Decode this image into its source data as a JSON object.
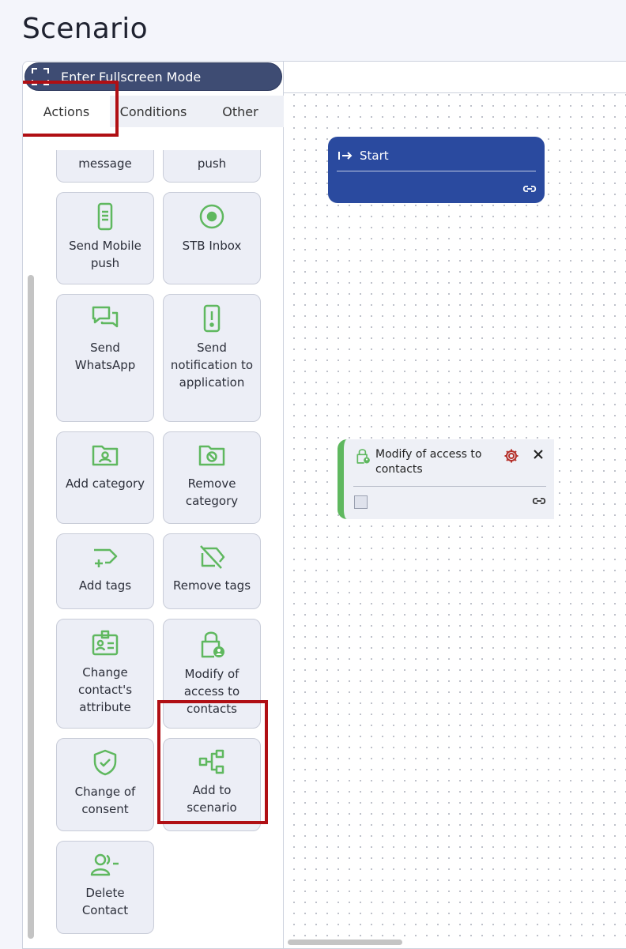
{
  "page": {
    "title": "Scenario"
  },
  "toolbar": {
    "fullscreen_label": "Enter Fullscreen Mode"
  },
  "tabs": [
    {
      "label": "Actions",
      "active": true
    },
    {
      "label": "Conditions",
      "active": false
    },
    {
      "label": "Other",
      "active": false
    }
  ],
  "actions": [
    {
      "label": "message",
      "icon": "message-icon"
    },
    {
      "label": "push",
      "icon": "push-icon"
    },
    {
      "label": "Send Mobile push",
      "icon": "mobile-phone-icon"
    },
    {
      "label": "STB Inbox",
      "icon": "target-circle-icon"
    },
    {
      "label": "Send WhatsApp",
      "icon": "chat-bubbles-icon"
    },
    {
      "label": "Send notification to application",
      "icon": "phone-alert-icon"
    },
    {
      "label": "Add category",
      "icon": "folder-user-icon"
    },
    {
      "label": "Remove category",
      "icon": "folder-block-icon"
    },
    {
      "label": "Add tags",
      "icon": "tag-plus-icon"
    },
    {
      "label": "Remove tags",
      "icon": "tag-off-icon"
    },
    {
      "label": "Change contact's attribute",
      "icon": "id-badge-icon"
    },
    {
      "label": "Modify of access to contacts",
      "icon": "lock-user-icon"
    },
    {
      "label": "Change of consent",
      "icon": "shield-check-icon"
    },
    {
      "label": "Add to scenario",
      "icon": "flow-hierarchy-icon"
    },
    {
      "label": "Delete Contact",
      "icon": "user-remove-icon"
    }
  ],
  "canvas": {
    "start_node": {
      "label": "Start"
    },
    "action_node": {
      "title": "Modify of access to contacts"
    }
  },
  "colors": {
    "accent_green": "#5fb85f",
    "start_blue": "#2a4a9f",
    "toolbar_navy": "#3e4c73",
    "highlight_red": "#b00f14",
    "gear_red": "#b5312b"
  }
}
